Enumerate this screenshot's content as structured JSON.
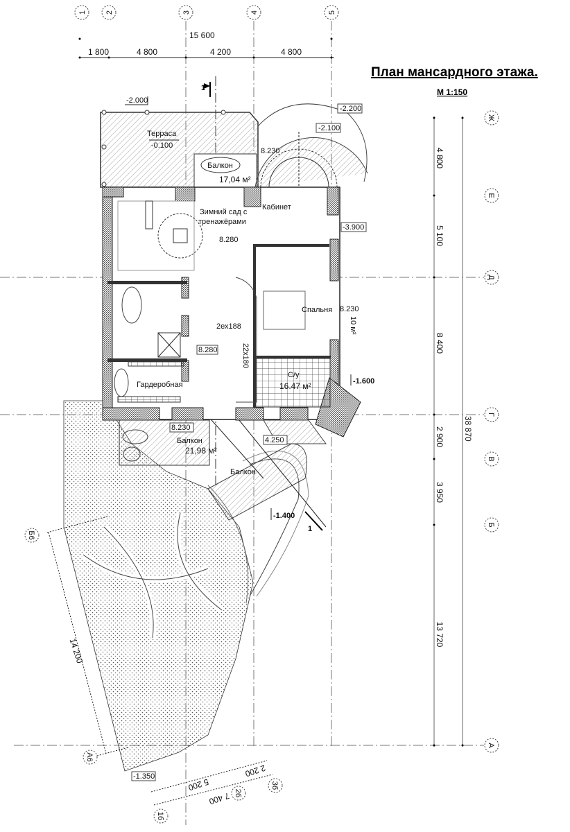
{
  "title": "План мансардного этажа.",
  "scale": "М 1:150",
  "axes_top": [
    "1",
    "2",
    "3",
    "4",
    "5"
  ],
  "axes_right": [
    "Ж",
    "Е",
    "Д",
    "Г",
    "В",
    "Б",
    "А"
  ],
  "axes_sub": [
    "Б6",
    "А6",
    "1б",
    "2б",
    "3б"
  ],
  "dims_top": {
    "total": "15 600",
    "segments": [
      "1 800",
      "4 800",
      "4 200",
      "4 800"
    ]
  },
  "dims_right": {
    "segments": [
      "4 800",
      "5 100",
      "8 400",
      "2 900",
      "3 950",
      "13 720"
    ],
    "total": "38 870"
  },
  "dims_sub": {
    "side": "14 200",
    "a": "2 200",
    "b": "5 200",
    "c": "7 400"
  },
  "section_mark": "1",
  "levels": {
    "terrace_top": "-2.000",
    "terrace": "-0.100",
    "stair_outer": "-2.200",
    "stair_inner": "-2.100",
    "balcony_top": "8.230",
    "cabinet_out": "-3.900",
    "hall": "8.280",
    "bedroom": "8.230",
    "corridor": "8.280",
    "bath_out": "-1.600",
    "balcony_bottom": "8.230",
    "balcony_bottom2": "4.250",
    "ramp": "-1.400",
    "garden": "-1.350"
  },
  "rooms": {
    "terrace": "Терраса",
    "balcony_top": "Балкон",
    "balcony_top_area": "17,04 м²",
    "winter_garden_1": "Зимний сад с",
    "winter_garden_2": "тренажёрами",
    "cabinet": "Кабинет",
    "bedroom": "Спальня",
    "bedroom_area": "10 м²",
    "stair1": "2ех188",
    "stair2": "22х180",
    "wardrobe": "Гардеробная",
    "bath": "С/у",
    "bath_area": "16.47 м²",
    "balcony_bottom": "Балкон",
    "balcony_bottom_area": "21,98 м²",
    "balcony_lower": "Балкон"
  }
}
